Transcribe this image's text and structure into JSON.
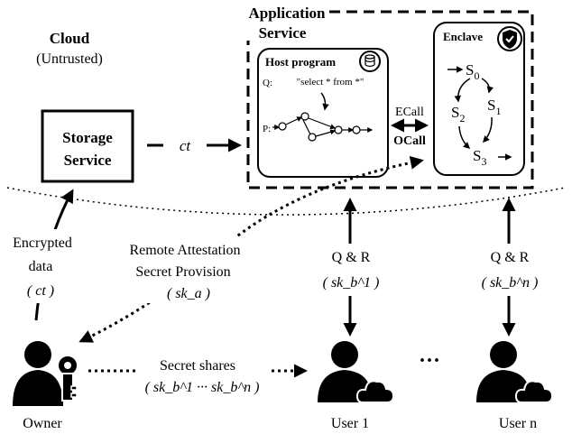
{
  "cloud": {
    "title": "Cloud",
    "subtitle": "(Untrusted)"
  },
  "storage": {
    "line1": "Storage",
    "line2": "Service"
  },
  "ct_label": "ct",
  "app_service": {
    "line1": "Application",
    "line2": "Service"
  },
  "host_program": {
    "title": "Host program",
    "q_label": "Q:",
    "query": "\"select * from *\"",
    "p_label": "P:"
  },
  "ecall": "ECall",
  "ocall": "OCall",
  "enclave": {
    "title": "Enclave",
    "states": [
      "S",
      "S",
      "S",
      "S"
    ],
    "state_subs": [
      "0",
      "1",
      "2",
      "3"
    ]
  },
  "left_arrow_label": {
    "line1": "Encrypted",
    "line2": "data",
    "line3": "( ct )"
  },
  "attestation": {
    "line1": "Remote Attestation",
    "line2": "Secret Provision",
    "line3": "( sk_a )"
  },
  "user1_qr": {
    "line1": "Q & R",
    "line2": "( sk_b^1 )"
  },
  "usern_qr": {
    "line1": "Q & R",
    "line2": "( sk_b^n )"
  },
  "secret_shares": {
    "line1": "Secret shares",
    "line2": "( sk_b^1 ··· sk_b^n )"
  },
  "ellipsis": "···",
  "owner_label": "Owner",
  "user1_label": "User 1",
  "usern_label": "User n",
  "icons": [
    "owner-key-icon",
    "user-cloud-icon",
    "database-gear-icon",
    "shield-check-icon"
  ]
}
